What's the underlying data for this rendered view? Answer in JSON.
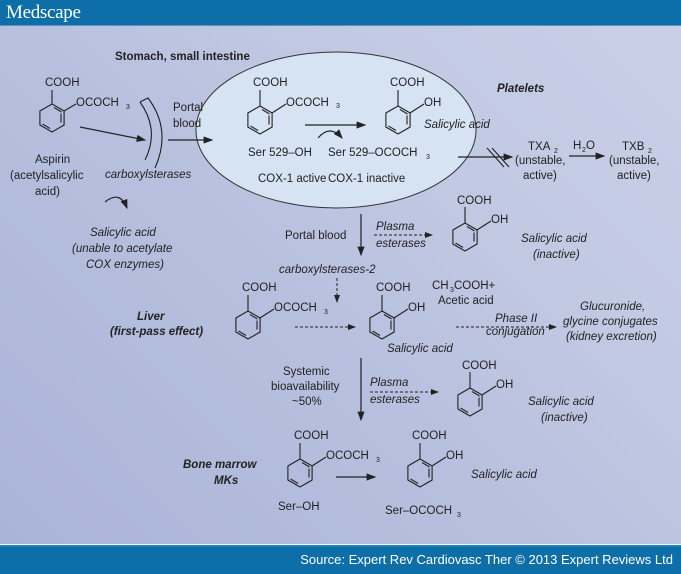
{
  "header": {
    "brand": "Medscape"
  },
  "footer": {
    "source": "Source: Expert Rev Cardiovasc Ther © 2013 Expert Reviews Ltd"
  },
  "colors": {
    "header_bg": "#0d6ea8",
    "canvas_bg": "#c2c9e3",
    "platelet_oval": "#d6e3f3"
  },
  "diagram": {
    "stomach_title": "Stomach, small intestine",
    "aspirin": {
      "cooh": "COOH",
      "ococh3": "OCOCH",
      "sub3": "3",
      "name": "Aspirin",
      "name2": "(acetylsalicylic",
      "name3": "acid)"
    },
    "carboxylesterases": "carboxylsterases",
    "portal_blood_1": "Portal",
    "portal_blood_2": "blood",
    "salicylic_gut": {
      "l1": "Salicylic acid",
      "l2": "(unable to acetylate",
      "l3": "COX enzymes)"
    },
    "platelets": {
      "title": "Platelets",
      "aspirin_cooh": "COOH",
      "aspirin_ococh3": "OCOCH",
      "sub3": "3",
      "ser_oh": "Ser 529–OH",
      "ser_ococh3": "Ser 529–OCOCH",
      "cox_active": "COX-1 active",
      "cox_inactive": "COX-1 inactive",
      "sa_cooh": "COOH",
      "sa_oh": "OH",
      "sa_label": "Salicylic acid"
    },
    "txa": {
      "name": "TXA",
      "sub": "2",
      "l2": "(unstable,",
      "l3": "active)"
    },
    "water": {
      "h": "H",
      "sub": "2",
      "o": "O"
    },
    "txb": {
      "name": "TXB",
      "sub": "2",
      "l2": "(unstable,",
      "l3": "active)"
    },
    "portal_blood_down": "Portal blood",
    "plasma_esterases_1": {
      "l1": "Plasma",
      "l2": "esterases"
    },
    "sa_inactive_1": {
      "cooh": "COOH",
      "oh": "OH",
      "l1": "Salicylic acid",
      "l2": "(inactive)"
    },
    "carboxylesterases_2": "carboxylsterases-2",
    "liver": {
      "l1": "Liver",
      "l2": "(first-pass effect)",
      "aspirin_cooh": "COOH",
      "aspirin_ococh3": "OCOCH",
      "sub3": "3",
      "sa_cooh": "COOH",
      "sa_oh": "OH",
      "sa_label": "Salicylic acid"
    },
    "acetic": {
      "l1a": "CH",
      "sub3": "3",
      "l1b": "COOH+",
      "l2": "Acetic acid"
    },
    "phase2": {
      "l1": "Phase II",
      "l2": "conjugation"
    },
    "conjugates": {
      "l1": "Glucuronide,",
      "l2": "glycine conjugates",
      "l3": "(kidney excretion)"
    },
    "systemic": {
      "l1": "Systemic",
      "l2": "bioavailability",
      "l3": "~50%"
    },
    "plasma_esterases_2": {
      "l1": "Plasma",
      "l2": "esterases"
    },
    "sa_inactive_2": {
      "cooh": "COOH",
      "oh": "OH",
      "l1": "Salicylic acid",
      "l2": "(inactive)"
    },
    "bone_marrow": {
      "l1": "Bone marrow",
      "l2": "MKs",
      "aspirin_cooh": "COOH",
      "aspirin_ococh3": "OCOCH",
      "sub3": "3",
      "ser_oh": "Ser–OH",
      "sa_cooh": "COOH",
      "sa_oh": "OH",
      "ser_ococh3": "Ser–OCOCH",
      "sa_label": "Salicylic acid"
    }
  }
}
